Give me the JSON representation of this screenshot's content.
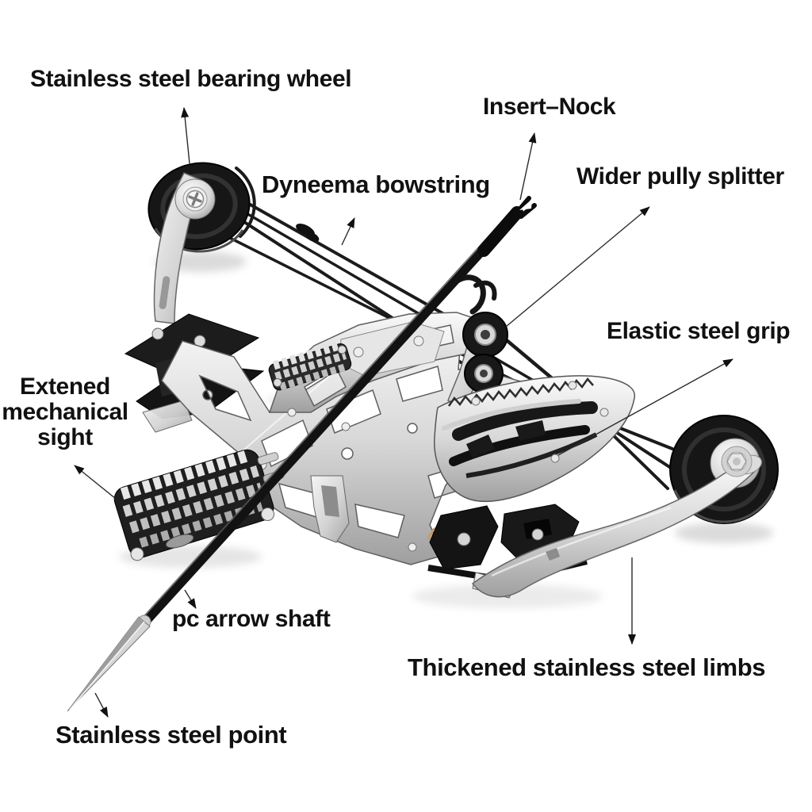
{
  "page": {
    "background": "#ffffff",
    "description": "Annotated product diagram of a mini stainless steel compound bow with arrow"
  },
  "labels": {
    "bearing_wheel": "Stainless steel bearing wheel",
    "insert_nock": "Insert–Nock",
    "bowstring": "Dyneema bowstring",
    "pully_splitter": "Wider pully splitter",
    "grip": "Elastic steel grip",
    "sight": {
      "line1": "Extened",
      "line2": "mechanical",
      "line3": "sight"
    },
    "arrow_shaft": "pc arrow shaft",
    "steel_point": "Stainless steel point",
    "limbs": "Thickened stainless steel limbs"
  },
  "colors": {
    "label_text": "#111111",
    "pointer_line": "#2b2b2b",
    "wheel_black": "#171717",
    "string_black": "#1b1b1b",
    "steel_light": "#f0f0f0",
    "steel_mid": "#c9c9c9",
    "steel_dark": "#8a8a8a",
    "logo_bronze": "#c49a6c"
  }
}
